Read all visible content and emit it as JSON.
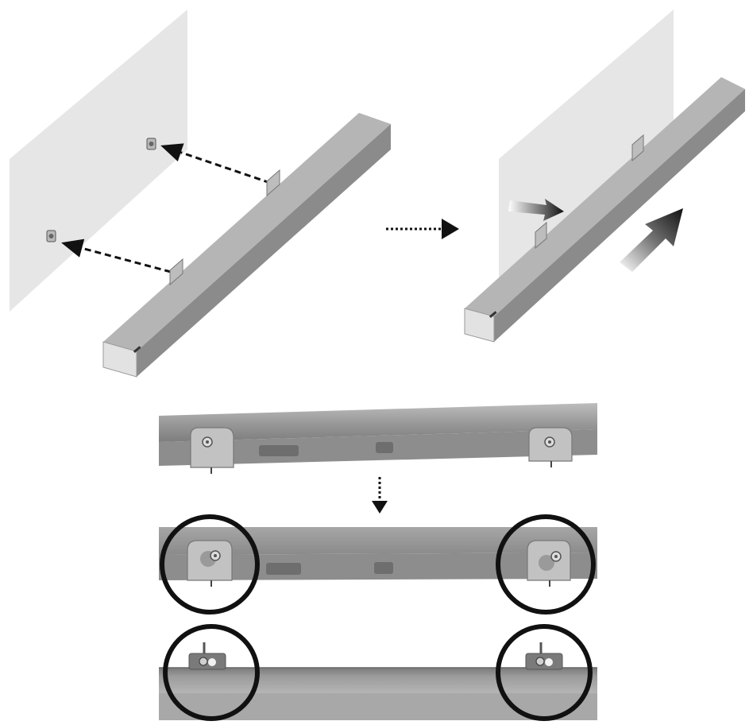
{
  "title": "",
  "steps": [
    {
      "id": "step-1",
      "description": ""
    },
    {
      "id": "step-2",
      "description": ""
    },
    {
      "id": "step-3",
      "description": ""
    },
    {
      "id": "step-4",
      "description": ""
    },
    {
      "id": "step-5",
      "description": ""
    }
  ],
  "colors": {
    "wall": "#e6e6e6",
    "bar_top": "#a9a9a9",
    "bar_front": "#8e8e8e",
    "bar_dark": "#6f6f6f",
    "bar_light": "#c8c8c8",
    "bar_end": "#e4e4e4",
    "bracket": "#b8b8b8",
    "slot": "#777777",
    "arrow": "#111111",
    "circle": "#111111"
  },
  "icons": [
    "screw-icon",
    "dashed-arrow-icon",
    "push-arrow-icon",
    "down-arrow-icon",
    "highlight-circle-icon"
  ]
}
